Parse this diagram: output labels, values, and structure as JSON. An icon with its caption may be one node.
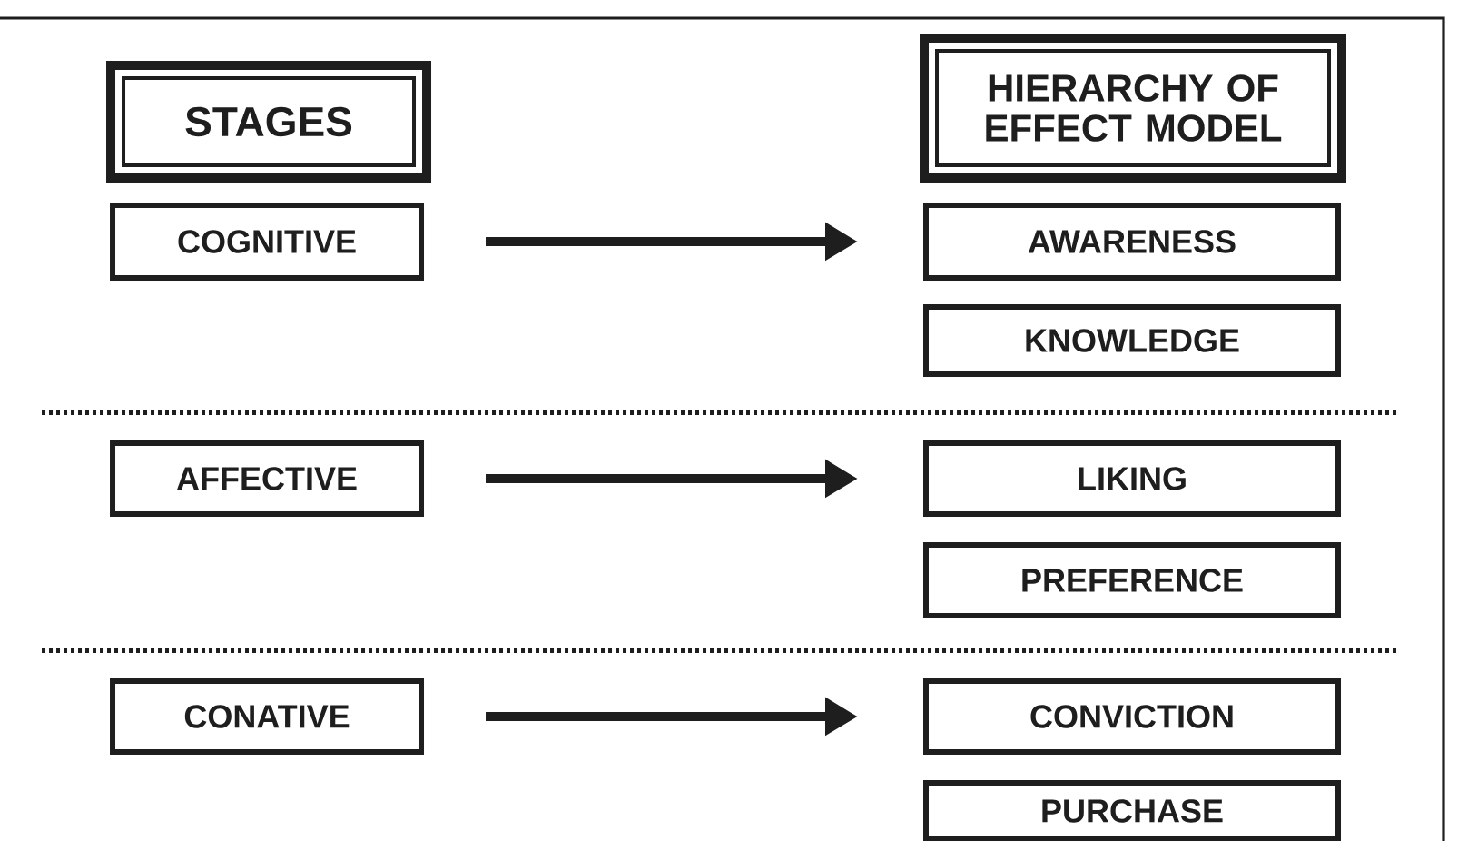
{
  "diagram": {
    "nodes": [
      {
        "text": [
          "STAGES"
        ]
      },
      {
        "text": [
          "HIERARCHY OF EFFECT MODEL"
        ]
      },
      {
        "text": [
          "COGNITIVE"
        ]
      },
      {
        "text": [
          "AWARENESS"
        ]
      },
      {
        "text": [
          "KNOWLEDGE"
        ]
      },
      {
        "text": [
          "AFFECTIVE"
        ]
      },
      {
        "text": [
          "LIKING"
        ]
      },
      {
        "text": [
          "PREFERENCE"
        ]
      },
      {
        "text": [
          "CONATIVE"
        ]
      },
      {
        "text": [
          "CONVICTION"
        ]
      },
      {
        "text": [
          "PURCHASE"
        ]
      }
    ],
    "edges": [
      {
        "from": 2,
        "to": 3,
        "arrow": "to"
      },
      {
        "from": 5,
        "to": 6,
        "arrow": "to"
      },
      {
        "from": 8,
        "to": 9,
        "arrow": "to"
      }
    ]
  }
}
